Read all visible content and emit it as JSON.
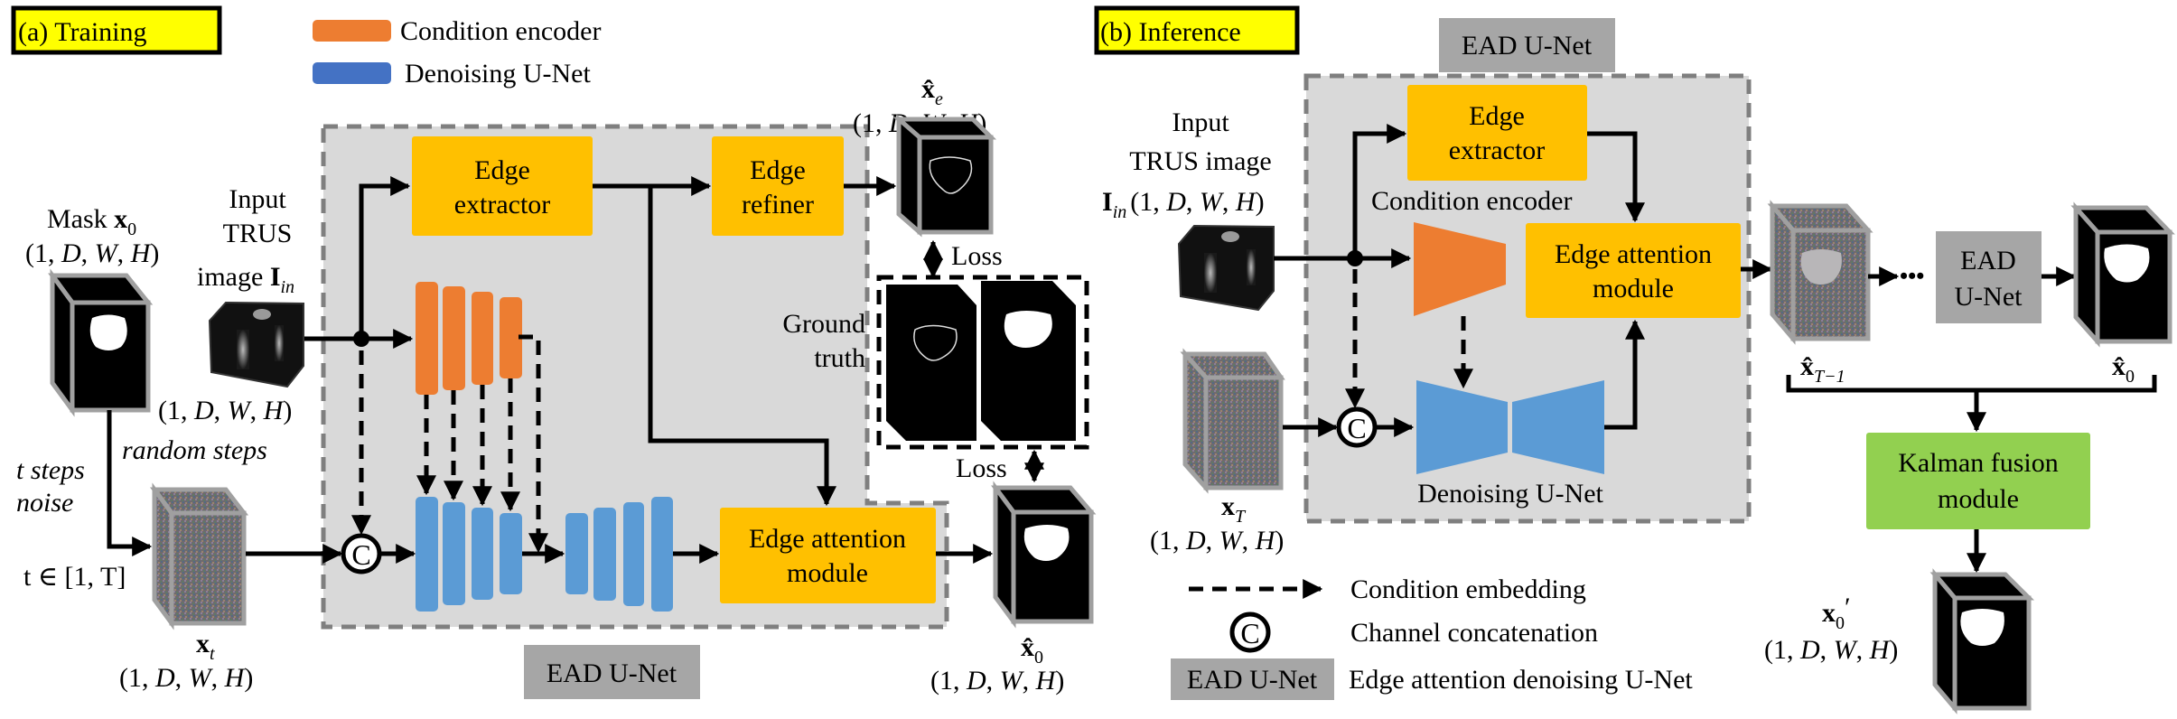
{
  "panels": {
    "training": {
      "title": "(a) Training"
    },
    "inference": {
      "title": "(b) Inference"
    }
  },
  "legend_top": {
    "encoder": {
      "label": "Condition encoder",
      "color": "#ED7D31"
    },
    "denoiser": {
      "label": "Denoising U-Net",
      "color": "#4472C4"
    }
  },
  "training": {
    "mask": {
      "label": "Mask ",
      "var": "x",
      "sub": "0",
      "dims": "(1, D, W, H)"
    },
    "trus": {
      "line1": "Input",
      "line2": "TRUS",
      "line3": "image ",
      "var": "I",
      "sub": "in",
      "dims": "(1, D, W, H)"
    },
    "random_steps": "random steps",
    "t_steps": "t steps",
    "noise": "noise",
    "t_range": "t ∈ [1, T]",
    "xt": {
      "var": "x",
      "sub": "t",
      "dims": "(1, D, W, H)"
    },
    "edge_extractor": [
      "Edge",
      "extractor"
    ],
    "edge_refiner": [
      "Edge",
      "refiner"
    ],
    "edge_attention": [
      "Edge attention",
      "module"
    ],
    "xe": {
      "var": "x̂",
      "sub": "e",
      "dims": "(1, D, W, H)"
    },
    "x0": {
      "var": "x̂",
      "sub": "0",
      "dims": "(1, D, W, H)"
    },
    "ground_truth": [
      "Ground",
      "truth"
    ],
    "loss_top": "Loss",
    "loss_bottom": "Loss",
    "concat_symbol": "C",
    "ead_label": "EAD U-Net"
  },
  "inference": {
    "ead_label": "EAD U-Net",
    "trus": {
      "line1": "Input",
      "line2": "TRUS image",
      "var": "I",
      "sub": "in",
      "dims": "(1, D, W, H)"
    },
    "xT": {
      "var": "x",
      "sub": "T",
      "dims": "(1, D, W, H)"
    },
    "edge_extractor": [
      "Edge",
      "extractor"
    ],
    "condition_encoder": "Condition encoder",
    "edge_attention": [
      "Edge attention",
      "module"
    ],
    "denoising_unet": "Denoising U-Net",
    "concat_symbol": "C",
    "xT1": {
      "var": "x̂",
      "sub": "T−1"
    },
    "x0hat": {
      "var": "x̂",
      "sub": "0"
    },
    "ellipsis": "•••",
    "ead_small": [
      "EAD",
      "U-Net"
    ],
    "kalman": [
      "Kalman fusion",
      "module"
    ],
    "x0prime": {
      "var": "x",
      "sub": "0",
      "prime": "′",
      "dims": "(1, D, W, H)"
    }
  },
  "legend_bottom": {
    "condition_embedding": "Condition embedding",
    "concat_symbol": "C",
    "channel_concatenation": "Channel concatenation",
    "ead_chip": "EAD U-Net",
    "ead_desc": "Edge attention denoising U-Net"
  },
  "colors": {
    "yellow_title": "#FFFF00",
    "module_orange": "#FFC000",
    "panel_grey": "#D9D9D9",
    "chip_grey": "#A6A6A6",
    "kalman_green": "#92D050",
    "unet_blue": "#5B9BD5"
  }
}
